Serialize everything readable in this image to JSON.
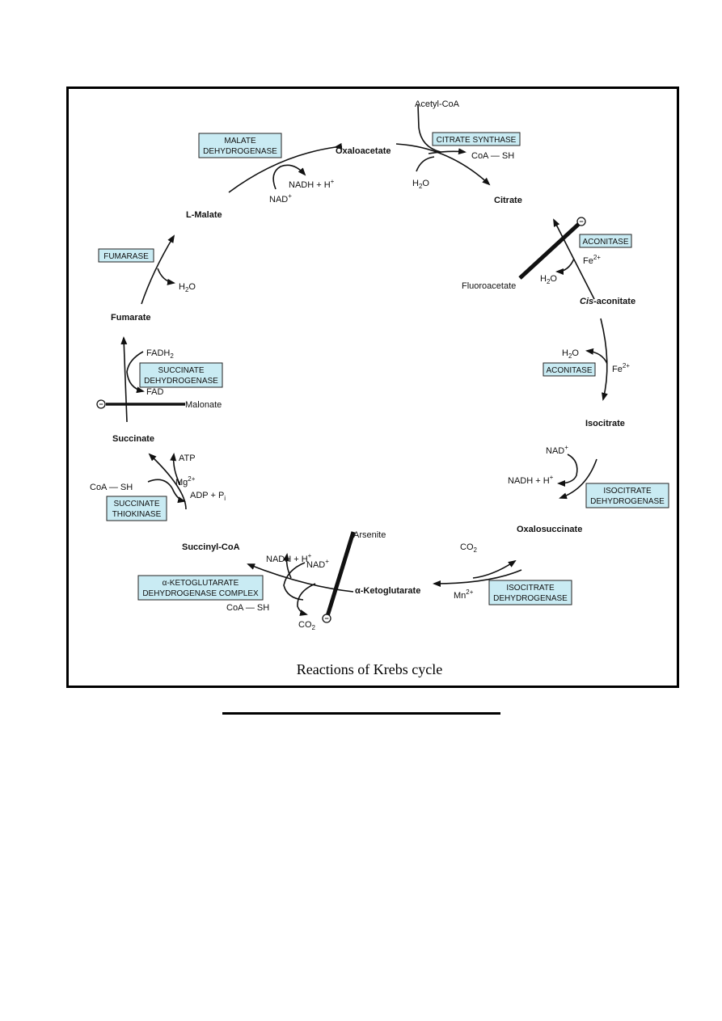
{
  "title": "Reactions of Krebs cycle",
  "colors": {
    "enzyme_fill": "#c9ebf3",
    "ink": "#111111"
  },
  "metabolites": {
    "oxaloacetate": "Oxaloacetate",
    "citrate": "Citrate",
    "cis_aconitate_prefix": "Cis",
    "cis_aconitate_suffix": "-aconitate",
    "isocitrate": "Isocitrate",
    "oxalosuccinate": "Oxalosuccinate",
    "alpha_ketoglutarate": "α-Ketoglutarate",
    "succinyl_coa": "Succinyl-CoA",
    "succinate": "Succinate",
    "fumarate": "Fumarate",
    "l_malate": "L-Malate"
  },
  "enzymes": {
    "citrate_synthase": [
      "CITRATE SYNTHASE"
    ],
    "aconitase_1": [
      "ACONITASE"
    ],
    "aconitase_2": [
      "ACONITASE"
    ],
    "isocitrate_dh_1": [
      "ISOCITRATE",
      "DEHYDROGENASE"
    ],
    "isocitrate_dh_2": [
      "ISOCITRATE",
      "DEHYDROGENASE"
    ],
    "akg_dh_complex": [
      "α-KETOGLUTARATE",
      "DEHYDROGENASE COMPLEX"
    ],
    "succinate_thiokinase": [
      "SUCCINATE",
      "THIOKINASE"
    ],
    "succinate_dh": [
      "SUCCINATE",
      "DEHYDROGENASE"
    ],
    "fumarase": [
      "FUMARASE"
    ],
    "malate_dh": [
      "MALATE",
      "DEHYDROGENASE"
    ]
  },
  "cofactors": {
    "acetyl_coa": "Acetyl-CoA",
    "coa_sh": "CoA — SH",
    "h2o": "H",
    "nadh": "NADH + H",
    "nad": "NAD",
    "fe": "Fe",
    "fe_sup": "2+",
    "plus_sup": "+",
    "co2": "CO",
    "sub2": "2",
    "mn": "Mn",
    "mn_sup": "2+",
    "atp": "ATP",
    "mg": "Mg",
    "mg_sup": "2+",
    "adp": "ADP + P",
    "adp_sub": "i",
    "fadh": "FADH",
    "fad": "FAD",
    "coa_sh_2": "CoA — SH",
    "coa_sh_3": "CoA — SH"
  },
  "inhibitors": {
    "fluoroacetate": "Fluoroacetate",
    "malonate": "Malonate",
    "arsenite": "Arsenite",
    "minus": "−"
  }
}
